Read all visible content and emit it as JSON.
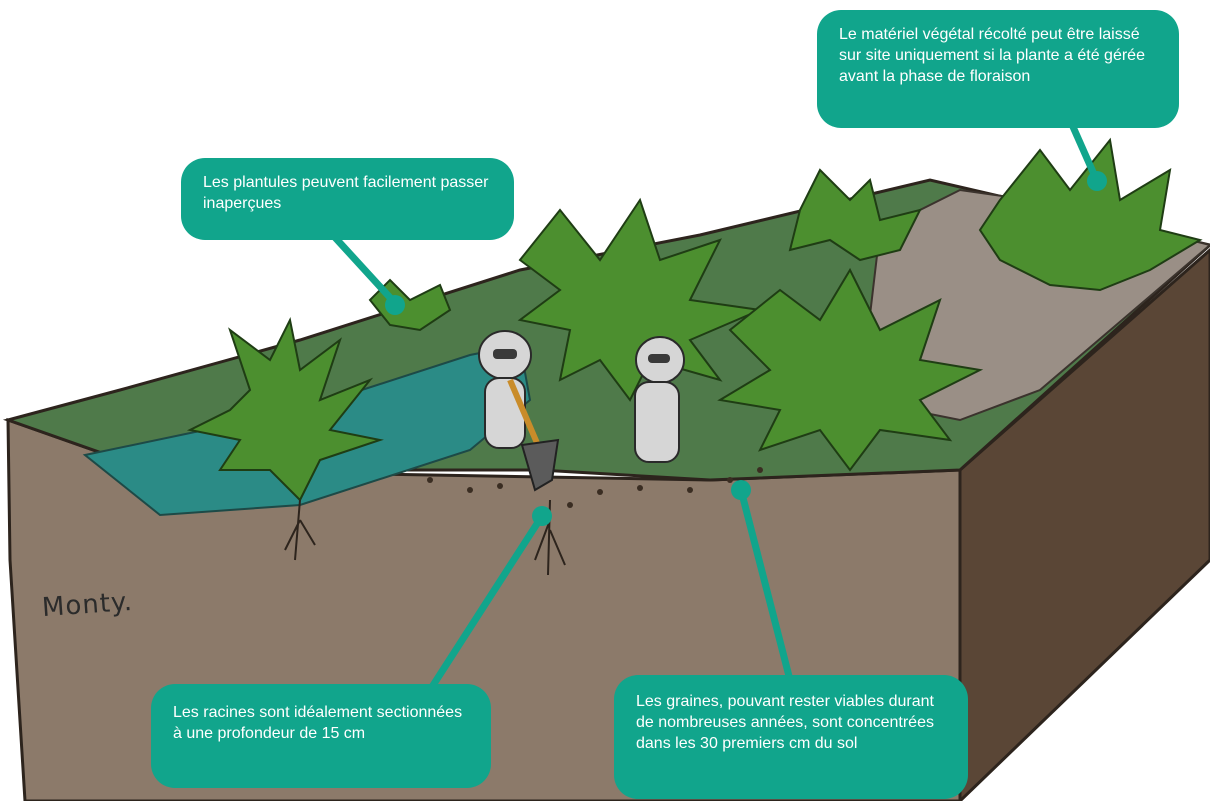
{
  "callouts": {
    "seedlings": "Les plantules peuvent facilement passer inaperçues",
    "harvested_material": "Le matériel végétal récolté peut être laissé sur site uniquement si la plante a été gérée avant la phase de floraison",
    "roots": "Les racines sont idéalement sectionnées à une profondeur de 15 cm",
    "seeds": "Les graines, pouvant rester viables durant de nombreuses années, sont concentrées dans les 30 premiers cm du sol"
  },
  "signature": "Monty.",
  "colors": {
    "callout_bg": "#11a58c",
    "soil_front": "#8c7a6a",
    "soil_side": "#5a4636",
    "grass_top": "#4f7a4a",
    "water": "#2b8b86",
    "plant": "#4c8f2f"
  },
  "icons": [
    "hazmat-worker-icon",
    "shovel-icon",
    "giant-hogweed-plant-icon"
  ]
}
